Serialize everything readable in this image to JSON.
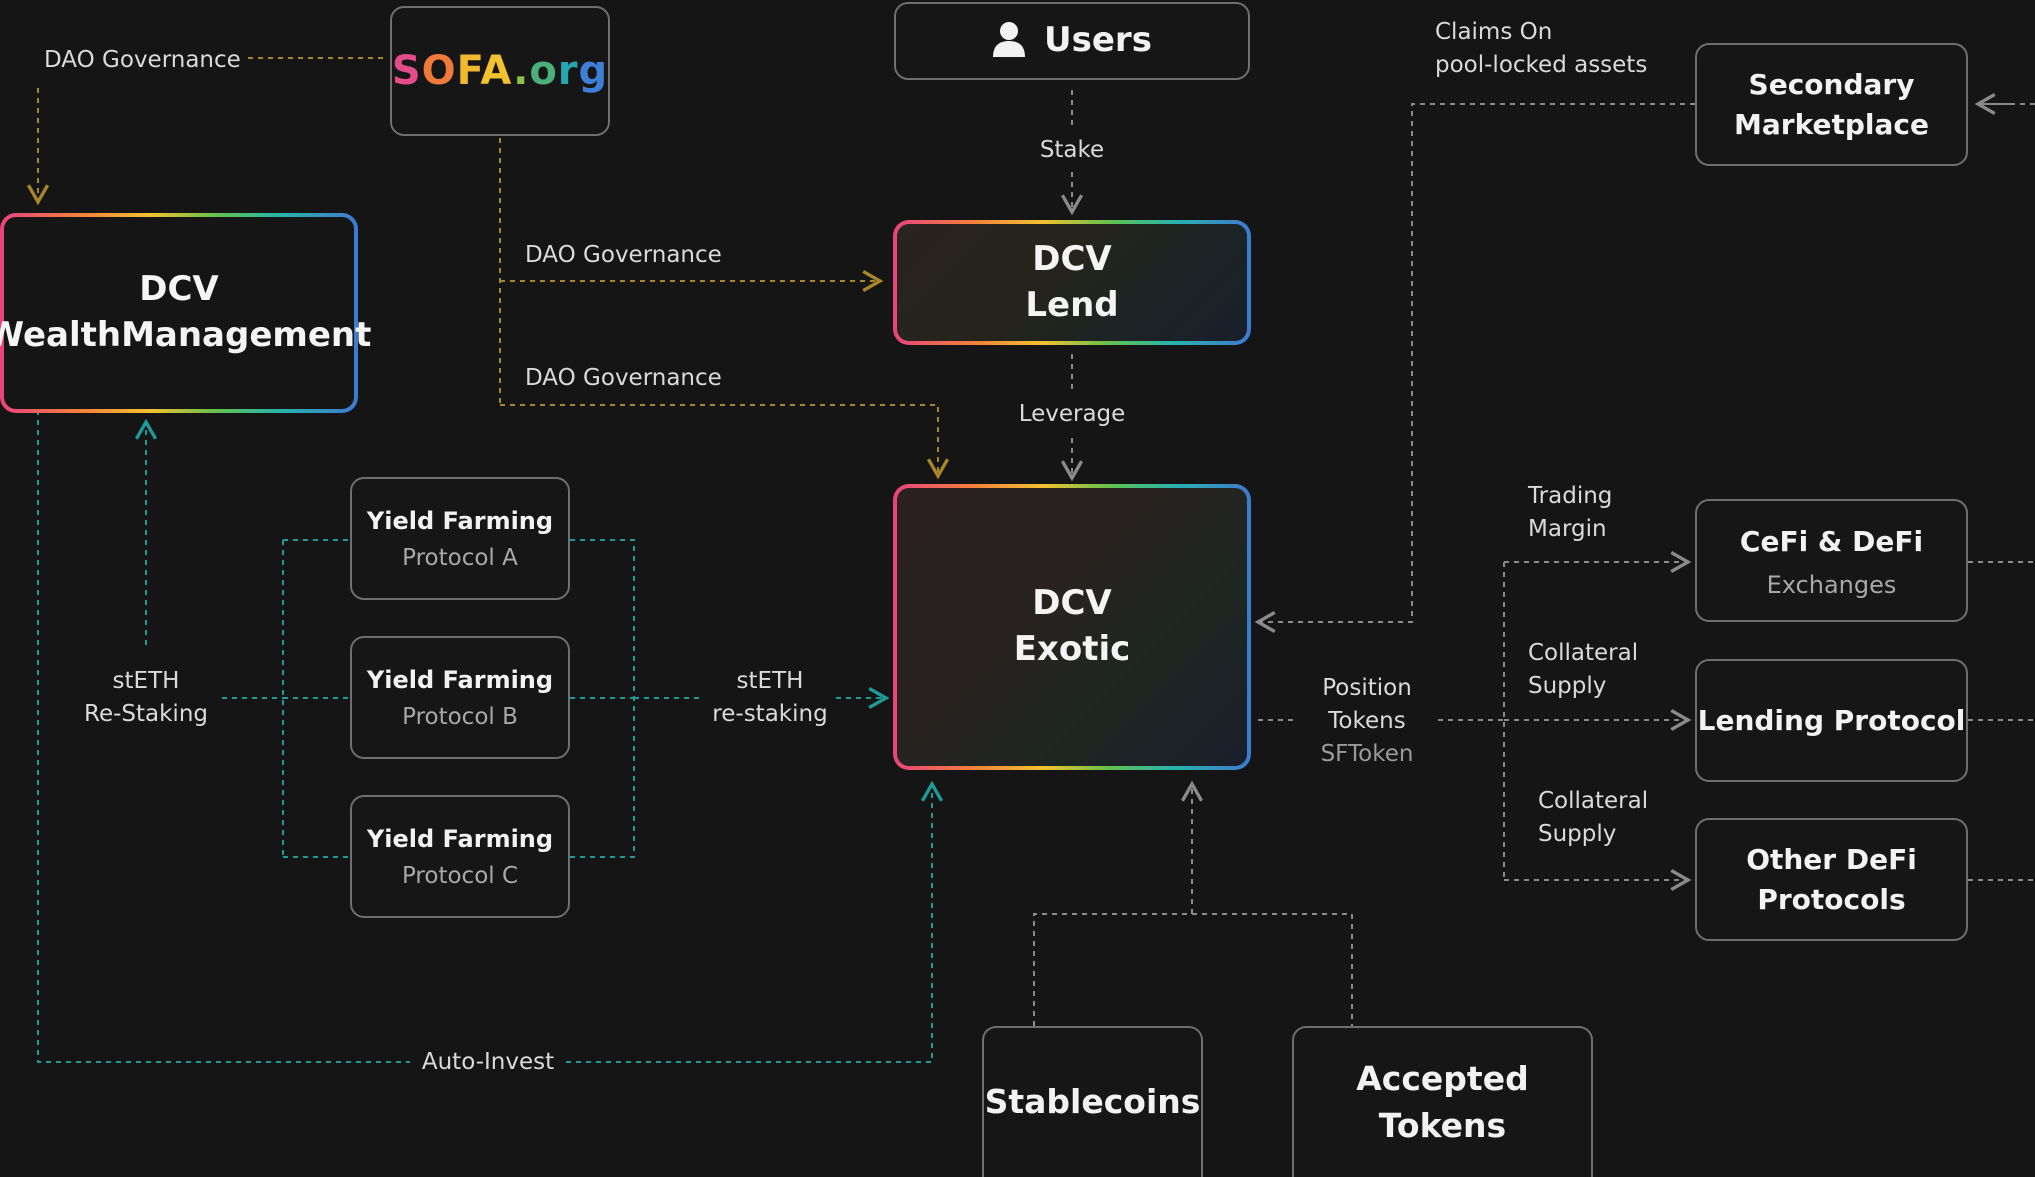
{
  "users": {
    "label": "Users",
    "icon": "user-icon"
  },
  "sofa": {
    "letters": [
      "S",
      "O",
      "F",
      "A",
      ".",
      "o",
      "r",
      "g"
    ],
    "letter_colors": [
      "#e24c8a",
      "#f07a3a",
      "#f2b82e",
      "#f2c230",
      "#8bc34a",
      "#4caf7a",
      "#26a6b0",
      "#3e7fd6"
    ]
  },
  "nodes": {
    "dcv_wm": {
      "line1": "DCV",
      "line2": "WealthManagement"
    },
    "dcv_lend": {
      "line1": "DCV",
      "line2": "Lend"
    },
    "dcv_exotic": {
      "line1": "DCV",
      "line2": "Exotic"
    },
    "yf_a": {
      "title": "Yield Farming",
      "sub": "Protocol A"
    },
    "yf_b": {
      "title": "Yield Farming",
      "sub": "Protocol B"
    },
    "yf_c": {
      "title": "Yield Farming",
      "sub": "Protocol C"
    },
    "secondary": {
      "line1": "Secondary",
      "line2": "Marketplace"
    },
    "cefi": {
      "title": "CeFi & DeFi",
      "sub": "Exchanges"
    },
    "lending": {
      "title": "Lending Protocol"
    },
    "other_defi": {
      "line1": "Other DeFi",
      "line2": "Protocols"
    },
    "stablecoins": {
      "title": "Stablecoins"
    },
    "accepted": {
      "title": "Accepted Tokens"
    }
  },
  "labels": {
    "dao_gov_top": "DAO Governance",
    "dao_gov_lend": "DAO Governance",
    "dao_gov_exotic": "DAO Governance",
    "stake": "Stake",
    "leverage": "Leverage",
    "claims_1": "Claims On",
    "claims_2": "pool-locked assets",
    "steth_restaking_1": "stETH",
    "steth_restaking_2": "Re-Staking",
    "steth_re_1": "stETH",
    "steth_re_2": "re-staking",
    "position_1": "Position",
    "position_2": "Tokens",
    "position_3": "SFToken",
    "trading_1": "Trading",
    "trading_2": "Margin",
    "collateral1_1": "Collateral",
    "collateral1_2": "Supply",
    "collateral2_1": "Collateral",
    "collateral2_2": "Supply",
    "auto_invest": "Auto-Invest"
  },
  "colors": {
    "gold_line": "#a8862a",
    "teal_line": "#1f9a9a",
    "gray_line": "#8a8a8a",
    "background": "#151515"
  }
}
